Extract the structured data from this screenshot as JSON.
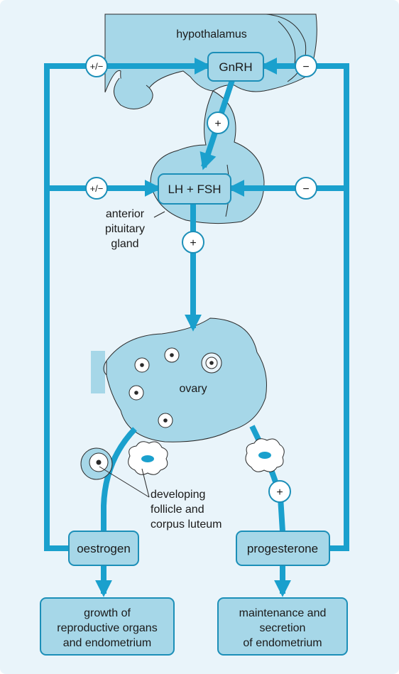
{
  "labels": {
    "hypothalamus": "hypothalamus",
    "anterior_pituitary": [
      "anterior",
      "pituitary",
      "gland"
    ],
    "ovary": "ovary",
    "developing": [
      "developing",
      "follicle and",
      "corpus luteum"
    ]
  },
  "hormones": {
    "gnrh": "GnRH",
    "lh_fsh": "LH + FSH",
    "oestrogen": "oestrogen",
    "progesterone": "progesterone"
  },
  "effects": {
    "growth": [
      "growth of",
      "reproductive organs",
      "and endometrium"
    ],
    "maintenance": [
      "maintenance and",
      "secretion",
      "of endometrium"
    ]
  },
  "signs": {
    "plus_minus": "+/−",
    "minus": "−",
    "plus": "+"
  },
  "colors": {
    "panel_bg": "#e9f4fa",
    "tissue_fill": "#a6d7e8",
    "arrow": "#1aa0cd",
    "box_border": "#1c8fb8",
    "box_fill": "#a6d7e8",
    "text": "#1a1a1a"
  }
}
